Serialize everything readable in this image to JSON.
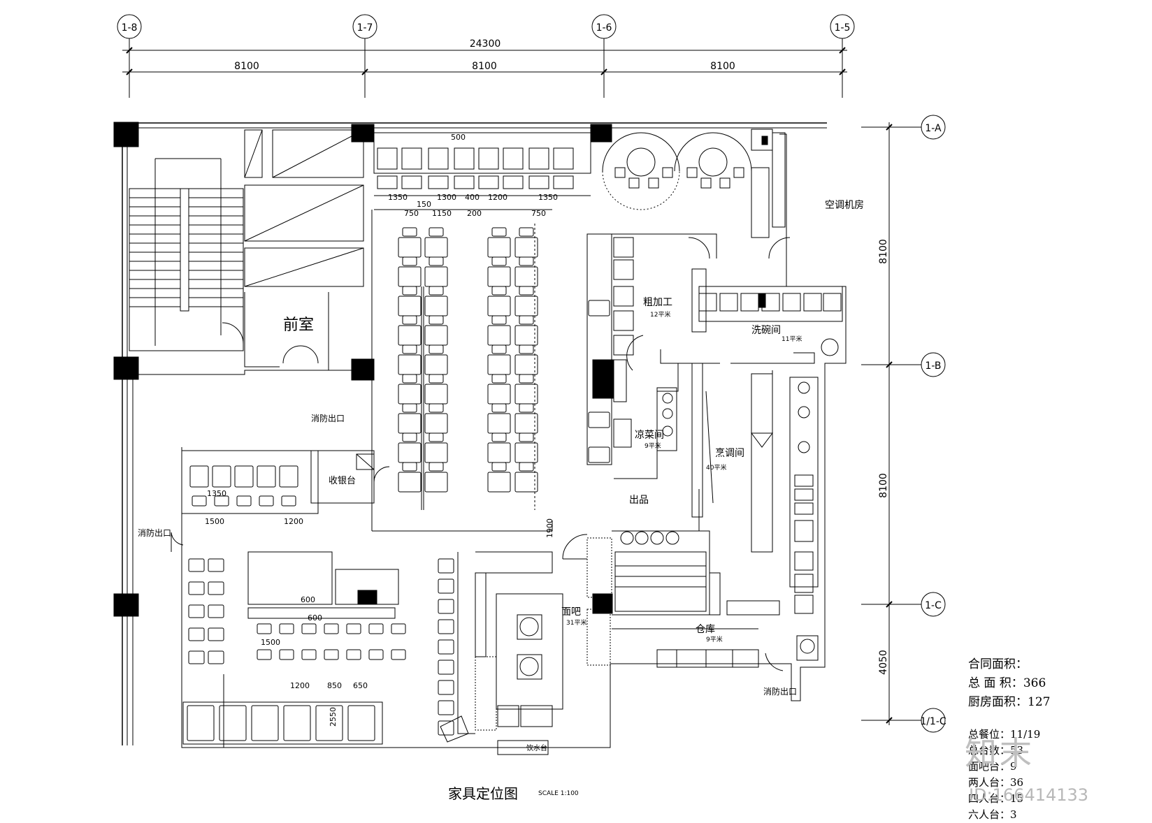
{
  "drawing": {
    "title": "家具定位图",
    "scale": "SCALE 1:100"
  },
  "grid": {
    "columns": [
      "1-8",
      "1-7",
      "1-6",
      "1-5"
    ],
    "rows": [
      "1-A",
      "1-B",
      "1-C",
      "1/1-C"
    ],
    "overall_dim": "24300",
    "column_dims": [
      "8100",
      "8100",
      "8100"
    ],
    "row_dims": [
      "8100",
      "8100",
      "4050"
    ]
  },
  "rooms": {
    "anteroom": "前室",
    "ac_room": "空调机房",
    "cashier": "收银台",
    "fire_exit_1": "消防出口",
    "fire_exit_2": "消防出口",
    "fire_exit_3": "消防出口",
    "rough_processing": "粗加工",
    "rough_area": "12平米",
    "dishwashing": "洗碗间",
    "dishwash_area": "11平米",
    "cold_dish": "凉菜间",
    "cold_area": "9平米",
    "cooking": "烹调间",
    "cooking_area": "40平米",
    "pass": "出品",
    "bar": "面吧",
    "bar_area": "31平米",
    "storage": "仓库",
    "storage_area": "9平米",
    "water_bar": "饮水台"
  },
  "dims": {
    "d1": "1350",
    "d2": "150",
    "d3": "1300",
    "d4": "400",
    "d5": "1200",
    "d6": "1350",
    "d7": "500",
    "d8": "750",
    "d9": "1150",
    "d10": "200",
    "d11": "750",
    "d12": "1500",
    "d13": "1200",
    "d14": "1350",
    "d15": "600",
    "d16": "1500",
    "d17": "2550",
    "d18": "1200",
    "d19": "850",
    "d20": "650",
    "d21": "1900",
    "d22": "600"
  },
  "info": {
    "contract_area": "合同面积：",
    "total_area_label": "总 面 积：",
    "total_area": "366",
    "kitchen_area_label": "厨房面积：",
    "kitchen_area": "127",
    "seats_label": "总餐位：",
    "seats": "11/19",
    "tables_label": "总台数：",
    "tables": "53",
    "bar_tables_label": "面吧台：",
    "bar_tables": "9",
    "two_person_label": "两人台：",
    "two_person": "36",
    "four_person_label": "四人台：",
    "four_person": "15",
    "six_person_label": "六人台：",
    "six_person": "3"
  },
  "watermark": {
    "brand": "知末",
    "id": "ID:166414133"
  }
}
